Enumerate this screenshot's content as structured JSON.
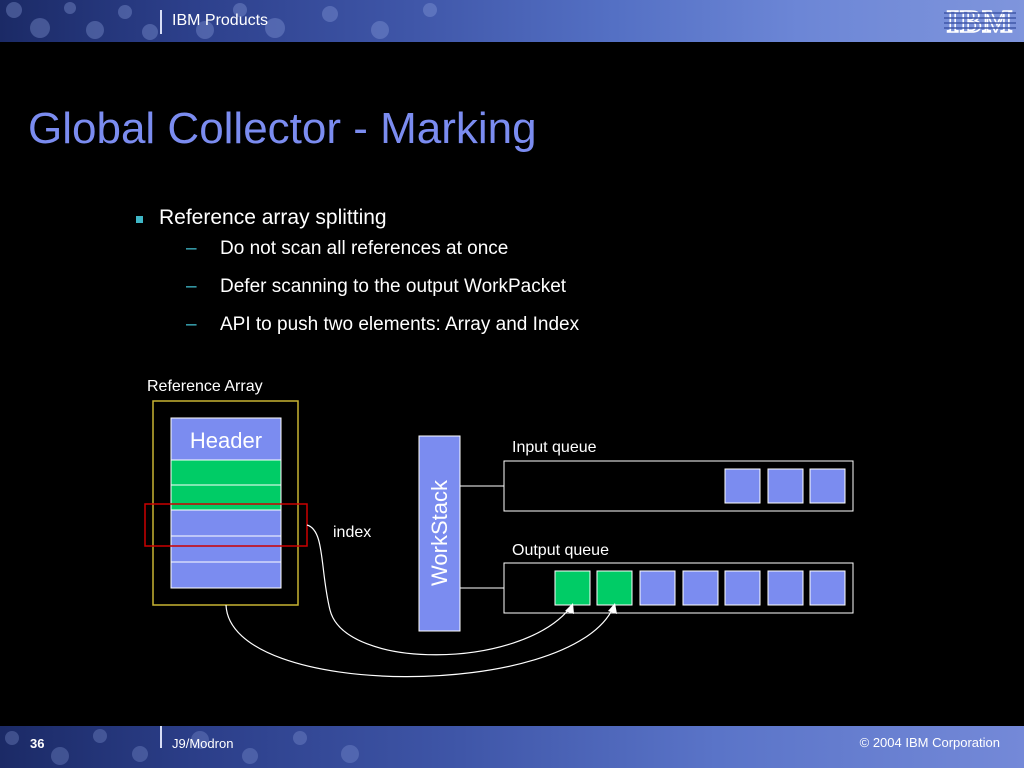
{
  "header": {
    "product": "IBM Products",
    "logo": "IBM"
  },
  "slide": {
    "title": "Global Collector - Marking",
    "bullet": "Reference array splitting",
    "sub_bullets": [
      "Do not scan all references at once",
      "Defer scanning to the output WorkPacket",
      "API to push two elements: Array and Index"
    ]
  },
  "diagram": {
    "reference_array_label": "Reference Array",
    "header_cell": "Header",
    "index_label": "index",
    "workstack_label": "WorkStack",
    "input_queue_label": "Input queue",
    "output_queue_label": "Output queue",
    "colors": {
      "green": "#00cc66",
      "blue": "#7b8cf0",
      "outline_yellow": "#c8b432",
      "highlight_red": "#cc0000"
    }
  },
  "footer": {
    "page_number": "36",
    "section": "J9/Modron",
    "copyright": "© 2004 IBM Corporation"
  }
}
